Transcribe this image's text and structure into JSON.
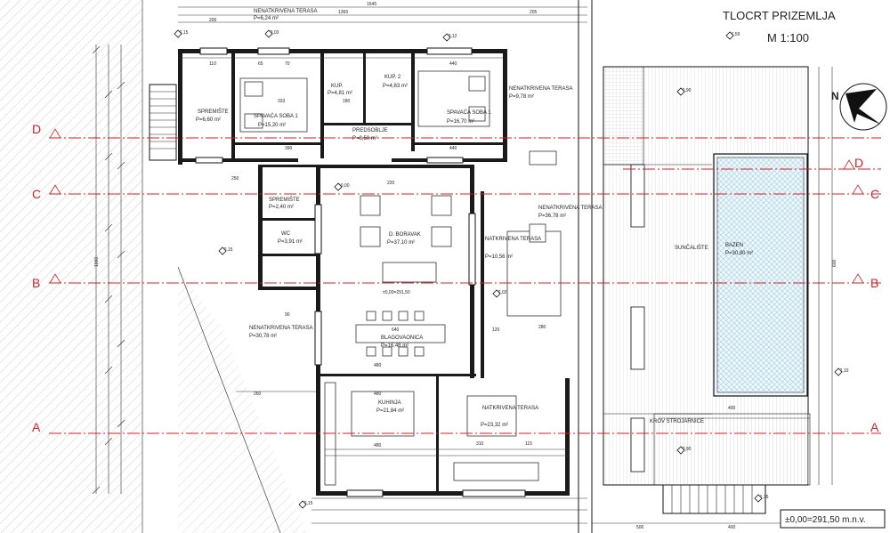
{
  "header": {
    "title": "TLOCRT PRIZEMLJA",
    "scale": "M 1:100"
  },
  "north": {
    "label": "N"
  },
  "footer": {
    "elevation": "±0,00=291,50 m.n.v."
  },
  "axes": [
    "D",
    "C",
    "B",
    "A"
  ],
  "rooms": {
    "spremiste": {
      "name": "SPREMIŠTE",
      "area": "P=6,60 m²"
    },
    "spavaca1": {
      "name": "SPAVAĆA SOBA 1",
      "area": "P=15,20 m²"
    },
    "kup1": {
      "name": "KUP.",
      "area": "P=4,81 m²"
    },
    "kup2": {
      "name": "KUP. 2",
      "area": "P=4,83 m²"
    },
    "spavaca2": {
      "name": "SPAVAĆA SOBA 1",
      "area": "P=16,70 m²"
    },
    "predsoblje": {
      "name": "PREDSOBLJE",
      "area": "P=8,50 m²"
    },
    "ostava": {
      "name": "SPREMIŠTE",
      "area": "P=2,40 m²"
    },
    "wc": {
      "name": "WC",
      "area": "P=3,91 m²"
    },
    "boravak": {
      "name": "D. BORAVAK",
      "area": "P=37,10 m²"
    },
    "natkrivena1": {
      "name": "NATKRIVENA TERASA",
      "area": "P=10,56 m²"
    },
    "nenatkrivena_desno": {
      "name": "NENATKRIVENA TERASA",
      "area": "P=36,78 m²"
    },
    "nenatkrivena_lijevo": {
      "name": "NENATKRIVENA TERASA",
      "area": "P=30,78 m²"
    },
    "nenatkrivena_gore": {
      "name": "NENATKRIVENA TERASA",
      "area": "P=6,24 m²"
    },
    "nenatkrivena_gore2": {
      "name": "NENATKRIVENA TERASA",
      "area": "P=9,78 m²"
    },
    "blagovaonica": {
      "name": "BLAGOVAONICA",
      "area": "P=16,48 m²"
    },
    "kuhinja": {
      "name": "KUHINJA",
      "area": "P=21,84 m²"
    },
    "natkrivena2": {
      "name": "NATKRIVENA TERASA",
      "area": "P=23,32 m²"
    },
    "suncaliste": {
      "name": "SUNČALIŠTE"
    },
    "bazen": {
      "name": "BAZEN",
      "area": "P=30,80 m²"
    },
    "krov": {
      "name": "KROV\nSTROJARNICE"
    }
  },
  "levels": {
    "l1": "-0,15",
    "l2": "-0,03",
    "l3": "-0,12",
    "l4": "-1,50",
    "l5": "±0,00",
    "l6": "-0,15",
    "l7": "±0,00=291,50",
    "l8": "-0,02",
    "l9": "-0,90",
    "l10": "-2,10",
    "l11": "-0,90",
    "l12": "-1,75",
    "l13": "-0,15"
  },
  "dims": {
    "top_total": "1645",
    "top_a": "200",
    "top_b": "1365",
    "top_c": "205",
    "d1": "110",
    "d2": "65",
    "d3": "70",
    "d4": "440",
    "d5": "333",
    "d6": "390",
    "d7": "440",
    "d8": "220",
    "d9": "280",
    "d10": "640",
    "d11": "480",
    "d12": "260",
    "d13": "480",
    "d14": "400",
    "d15": "400",
    "d16": "500",
    "d17": "310",
    "d18": "115",
    "d19": "480",
    "d20": "250",
    "d21": "1000",
    "d22": "600",
    "d23": "120",
    "d24": "90",
    "d25": "180"
  }
}
